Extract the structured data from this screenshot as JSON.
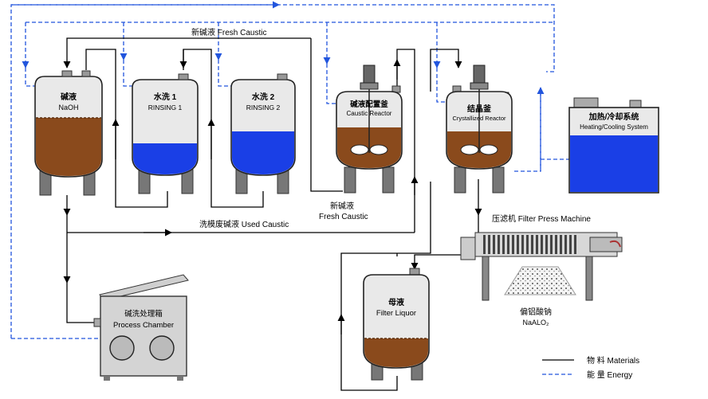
{
  "tanks": {
    "naoh": {
      "cn": "碱液",
      "en": "NaOH"
    },
    "rinse1": {
      "cn": "水洗 1",
      "en": "RINSING 1"
    },
    "rinse2": {
      "cn": "水洗 2",
      "en": "RINSING 2"
    },
    "caustic_reactor": {
      "cn": "碱液配置釜",
      "en": "Caustic Reactor"
    },
    "crystallized_reactor": {
      "cn": "结晶釜",
      "en": "Crystallized Reactor"
    },
    "heating": {
      "cn": "加热/冷却系统",
      "en": "Heating/Cooling System"
    },
    "filter_liquor": {
      "cn": "母液",
      "en": "Filter Liquor"
    },
    "process_chamber": {
      "cn": "碱洗处理箱",
      "en": "Process Chamber"
    }
  },
  "flows": {
    "fresh_caustic_top": "新碱液  Fresh Caustic",
    "fresh_caustic_mid_cn": "新碱液",
    "fresh_caustic_mid_en": "Fresh Caustic",
    "used_caustic": "洗模废碱液 Used Caustic"
  },
  "filter_press": {
    "label": "压滤机 Filter Press Machine"
  },
  "product": {
    "cn": "偏铝酸钠",
    "en": "NaALO₂"
  },
  "legend": {
    "materials": "物  料  Materials",
    "energy": "能  量  Energy"
  },
  "colors": {
    "liquid_brown": "#8a4a1c",
    "liquid_blue": "#1a3fe6",
    "energy_line": "#2255dd"
  }
}
